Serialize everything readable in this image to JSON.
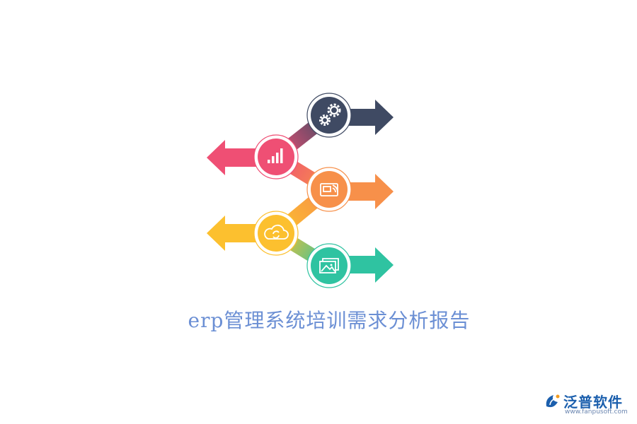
{
  "title": "erp管理系统培训需求分析报告",
  "logo": {
    "name": "泛普软件",
    "url": "www.fanpusoft.com"
  },
  "nodes": [
    {
      "icon": "gears-icon",
      "color": "#3f4a63"
    },
    {
      "icon": "bar-chart-icon",
      "color": "#ef4f74"
    },
    {
      "icon": "screen-share-icon",
      "color": "#f7904a"
    },
    {
      "icon": "cloud-sync-icon",
      "color": "#fcc02f"
    },
    {
      "icon": "image-gallery-icon",
      "color": "#2fc3a1"
    }
  ]
}
